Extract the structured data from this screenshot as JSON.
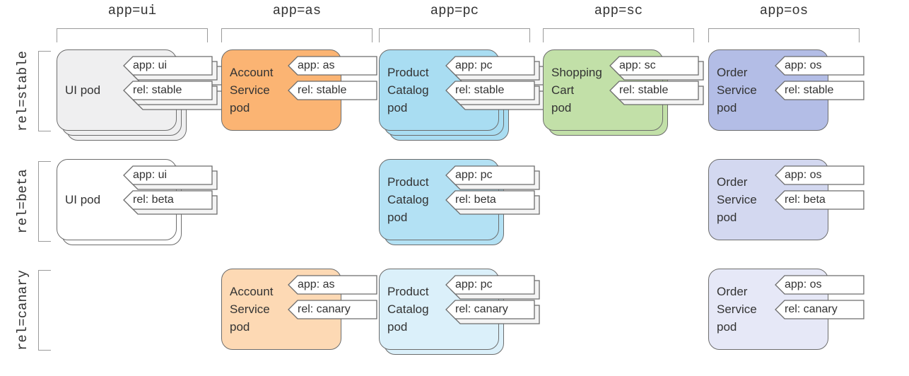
{
  "columns": [
    {
      "id": "ui",
      "header": "app=ui",
      "app_tag": "app: ui"
    },
    {
      "id": "as",
      "header": "app=as",
      "app_tag": "app: as"
    },
    {
      "id": "pc",
      "header": "app=pc",
      "app_tag": "app: pc"
    },
    {
      "id": "sc",
      "header": "app=sc",
      "app_tag": "app: sc"
    },
    {
      "id": "os",
      "header": "app=os",
      "app_tag": "app: os"
    }
  ],
  "rows": [
    {
      "id": "stable",
      "header": "rel=stable",
      "rel_tag": "rel: stable"
    },
    {
      "id": "beta",
      "header": "rel=beta",
      "rel_tag": "rel: beta"
    },
    {
      "id": "canary",
      "header": "rel=canary",
      "rel_tag": "rel: canary"
    }
  ],
  "pods": [
    {
      "col": "ui",
      "row": "stable",
      "label": [
        "UI pod"
      ],
      "fill": "#efeff0",
      "copies": 3,
      "app_tag": "app: ui",
      "rel_tag": "rel: stable"
    },
    {
      "col": "as",
      "row": "stable",
      "label": [
        "Account",
        "Service",
        "pod"
      ],
      "fill": "#fbb473",
      "copies": 1,
      "app_tag": "app: as",
      "rel_tag": "rel: stable"
    },
    {
      "col": "pc",
      "row": "stable",
      "label": [
        "Product",
        "Catalog",
        "pod"
      ],
      "fill": "#a9ddf2",
      "copies": 3,
      "app_tag": "app: pc",
      "rel_tag": "rel: stable"
    },
    {
      "col": "sc",
      "row": "stable",
      "label": [
        "Shopping",
        "Cart",
        "pod"
      ],
      "fill": "#c2e0a8",
      "copies": 2,
      "app_tag": "app: sc",
      "rel_tag": "rel: stable"
    },
    {
      "col": "os",
      "row": "stable",
      "label": [
        "Order",
        "Service",
        "pod"
      ],
      "fill": "#b3bde6",
      "copies": 1,
      "app_tag": "app: os",
      "rel_tag": "rel: stable"
    },
    {
      "col": "ui",
      "row": "beta",
      "label": [
        "UI pod"
      ],
      "fill": "#ffffff",
      "copies": 2,
      "app_tag": "app: ui",
      "rel_tag": "rel: beta"
    },
    {
      "col": "pc",
      "row": "beta",
      "label": [
        "Product",
        "Catalog",
        "pod"
      ],
      "fill": "#b3e1f4",
      "copies": 2,
      "app_tag": "app: pc",
      "rel_tag": "rel: beta"
    },
    {
      "col": "os",
      "row": "beta",
      "label": [
        "Order",
        "Service",
        "pod"
      ],
      "fill": "#d3d8f0",
      "copies": 1,
      "app_tag": "app: os",
      "rel_tag": "rel: beta"
    },
    {
      "col": "as",
      "row": "canary",
      "label": [
        "Account",
        "Service",
        "pod"
      ],
      "fill": "#fdd9b4",
      "copies": 1,
      "app_tag": "app: as",
      "rel_tag": "rel: canary"
    },
    {
      "col": "pc",
      "row": "canary",
      "label": [
        "Product",
        "Catalog",
        "pod"
      ],
      "fill": "#dbf0fa",
      "copies": 2,
      "app_tag": "app: pc",
      "rel_tag": "rel: canary"
    },
    {
      "col": "os",
      "row": "canary",
      "label": [
        "Order",
        "Service",
        "pod"
      ],
      "fill": "#e6e8f7",
      "copies": 1,
      "app_tag": "app: os",
      "rel_tag": "rel: canary"
    }
  ]
}
